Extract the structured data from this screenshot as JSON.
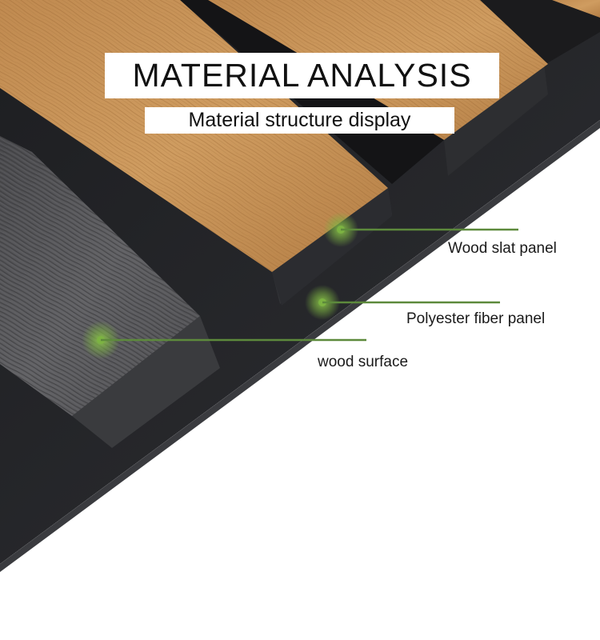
{
  "header": {
    "title": "MATERIAL ANALYSIS",
    "subtitle": "Material structure display"
  },
  "callouts": [
    {
      "label": "Wood slat panel"
    },
    {
      "label": "Polyester fiber panel"
    },
    {
      "label": "wood surface"
    }
  ],
  "colors": {
    "leader_line": "#5d8a3c",
    "marker_glow": "#7cb342",
    "oak": "#c89457",
    "felt": "#2a2b2e",
    "gray_wood": "#565658"
  }
}
